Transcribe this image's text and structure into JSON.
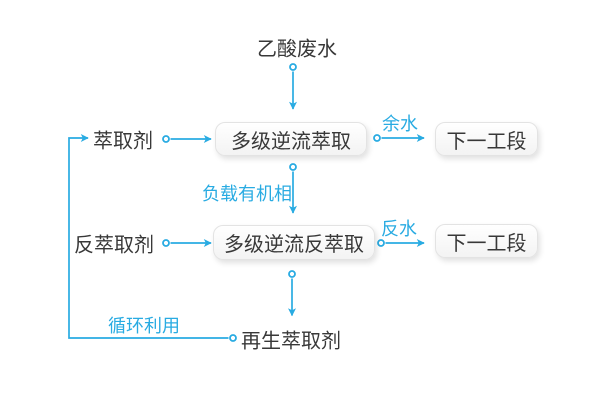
{
  "diagram": {
    "nodes": {
      "source": "乙酸废水",
      "extractant": "萃取剂",
      "extraction": "多级逆流萃取",
      "next_stage_top": "下一工段",
      "stripping_agent": "反萃取剂",
      "back_extraction": "多级逆流反萃取",
      "next_stage_bottom": "下一工段",
      "regenerated_extractant": "再生萃取剂"
    },
    "edge_labels": {
      "residual_water": "余水",
      "loaded_organic_phase": "负载有机相",
      "strip_water": "反水",
      "recycle": "循环利用"
    },
    "colors": {
      "accent": "#29abe2",
      "node_text": "#383838",
      "node_border": "#e3e3e3",
      "background": "#ffffff"
    }
  }
}
